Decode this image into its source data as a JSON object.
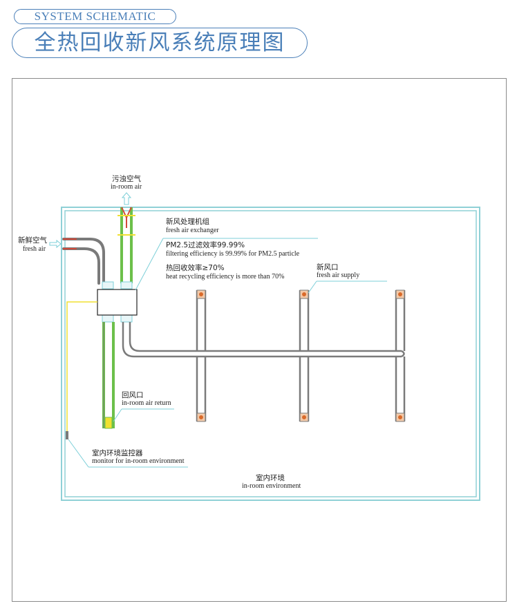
{
  "header": {
    "subtitle_en": "SYSTEM SCHEMATIC",
    "title_cn": "全热回收新风系统原理图"
  },
  "labels": {
    "exhaust_cn": "污浊空气",
    "exhaust_en": "in-room air",
    "fresh_cn": "新鲜空气",
    "fresh_en": "fresh air",
    "unit_cn": "新风处理机组",
    "unit_en": "fresh air exchanger",
    "pm_cn": "PM2.5过滤效率99.99%",
    "pm_en": "filtering efficiency is 99.99% for PM2.5 particle",
    "heat_cn": "热回收效率≥70%",
    "heat_en": "heat recycling efficiency is more than 70%",
    "supply_cn": "新风口",
    "supply_en": "fresh air supply",
    "return_cn": "回风口",
    "return_en": "in-room air return",
    "monitor_cn": "室内环境监控器",
    "monitor_en": "monitor for in-room environment",
    "room_cn": "室内环境",
    "room_en": "in-room environment"
  },
  "colors": {
    "accent": "#4a7fb8",
    "room_border": "#8fd0d6",
    "duct_grey": "#7a7a7a",
    "duct_green": "#6cc04a",
    "signal_yellow": "#f0e030",
    "fresh_red": "#d24a3a",
    "leader_line": "#7ccfd8",
    "diffuser_orange": "#d96a2a"
  }
}
